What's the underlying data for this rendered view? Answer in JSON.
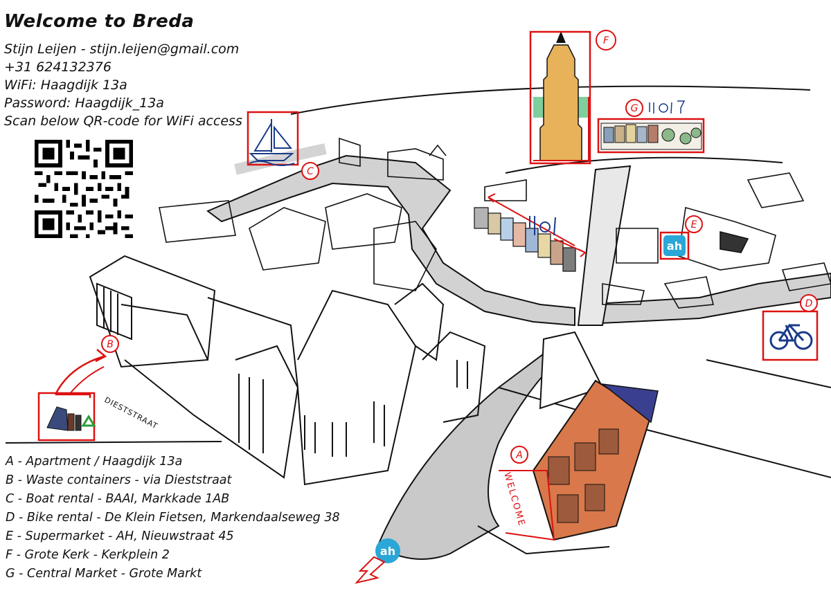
{
  "header": {
    "title": "Welcome to Breda",
    "host_line": "Stijn Leijen - stijn.leijen@gmail.com",
    "phone": "+31 624132376",
    "wifi_line": "WiFi: Haagdijk 13a",
    "password_line": "Password: Haagdijk_13a",
    "qr_caption": "Scan below QR-code for WiFi access"
  },
  "legend": [
    {
      "key": "A",
      "text": "A - Apartment / Haagdijk 13a"
    },
    {
      "key": "B",
      "text": "B - Waste containers - via Dieststraat"
    },
    {
      "key": "C",
      "text": "C - Boat rental - BAAI, Markkade 1AB"
    },
    {
      "key": "D",
      "text": "D - Bike rental - De Klein Fietsen, Markendaalseweg 38"
    },
    {
      "key": "E",
      "text": "E - Supermarket - AH, Nieuwstraat 45"
    },
    {
      "key": "F",
      "text": "F - Grote Kerk - Kerkplein 2"
    },
    {
      "key": "G",
      "text": "G - Central Market - Grote Markt"
    }
  ],
  "map": {
    "markers": [
      "A",
      "B",
      "C",
      "D",
      "E",
      "F",
      "G"
    ],
    "street_label": "DIESTSTRAAT",
    "welcome_label": "WELCOME",
    "icons": [
      "sailboat-icon",
      "bicycle-icon",
      "church-tower-icon",
      "albert-heijn-logo-icon",
      "waste-bin-icon",
      "recycle-icon",
      "restaurant-icon"
    ]
  },
  "colors": {
    "marker_red": "#dd1111",
    "road_gray": "#cfcfcf",
    "ah_blue": "#2aa7d6",
    "boat_blue": "#1a3a8a",
    "brick_orange": "#d9784a"
  }
}
